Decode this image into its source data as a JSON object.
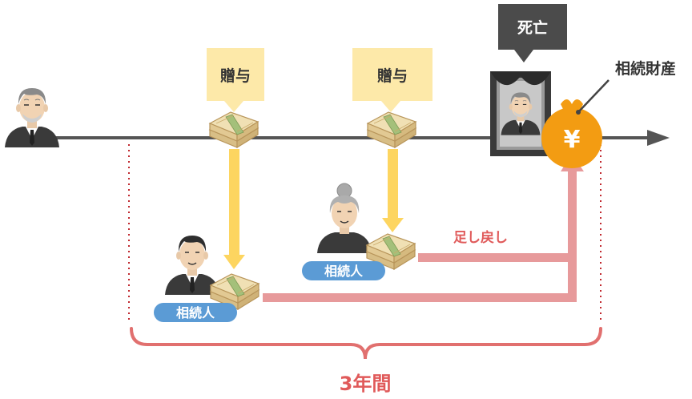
{
  "labels": {
    "gift_1": "贈与",
    "gift_2": "贈与",
    "death": "死亡",
    "estate": "相続財産",
    "heir_1": "相続人",
    "heir_2": "相続人",
    "add_back": "足し戻し",
    "period": "3年間",
    "yen": "¥"
  },
  "colors": {
    "timeline": "#555555",
    "gift_callout": "#fde9a9",
    "gift_arrow": "#fdd560",
    "return_arrow": "#e79a9b",
    "dotted_line": "#c0282e",
    "brace": "#e1706f",
    "period_text": "#e05a5a",
    "add_back_text": "#e05a5a",
    "death_box": "#4b4b4b",
    "heir_badge": "#5b9bd5",
    "money_bag": "#f39c12"
  },
  "icons": {
    "person_decedent": "businessman-icon",
    "person_heir_1": "businessman-icon",
    "person_heir_2": "elderly-woman-icon",
    "money": "banknote-stack-icon",
    "portrait": "memorial-portrait-icon",
    "bag": "money-bag-icon"
  }
}
